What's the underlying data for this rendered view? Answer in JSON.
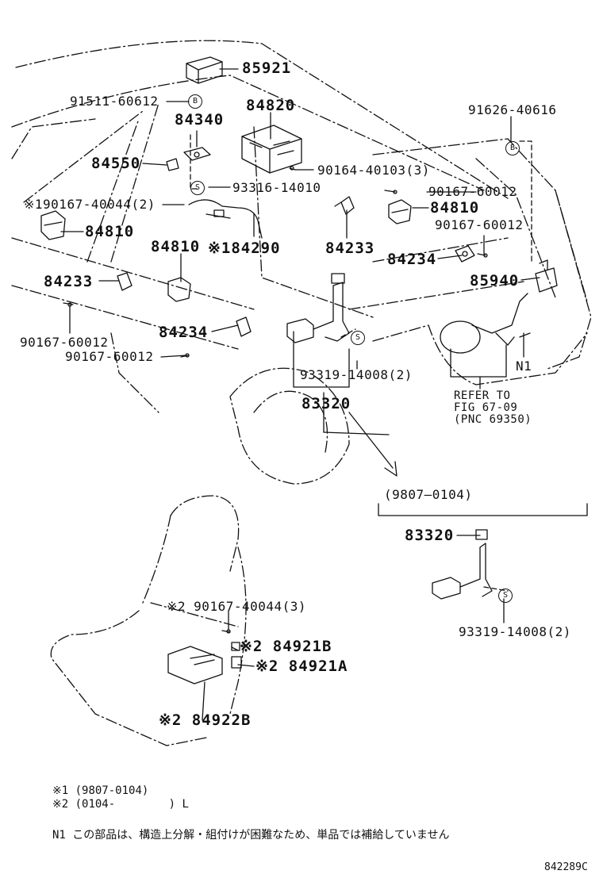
{
  "labels": {
    "p85921": "85921",
    "p91511": "91511-60612",
    "p84820": "84820",
    "p84340": "84340",
    "p84550": "84550",
    "p90164": "90164-40103(3)",
    "p93316": "93316-14010",
    "p91626": "91626-40616",
    "p90167_60012_a": "90167-60012",
    "p84810_r": "84810",
    "p90167_40044": "※190167-40044(2)",
    "p84810_l": "84810",
    "p90167_60012_b": "90167-60012",
    "p84810_m": "84810",
    "p84290": "※184290",
    "p84233_r": "84233",
    "p84234_r": "84234",
    "p84233_l": "84233",
    "p85940": "85940",
    "p84234_m": "84234",
    "p90167_60012_c": "90167-60012",
    "p90167_60012_d": "90167-60012",
    "p93319": "93319-14008(2)",
    "pN1": "N1",
    "p83320": "83320",
    "refer1": "REFER TO",
    "refer2": "FIG 67-09",
    "refer3": "(PNC 69350)",
    "range": "(9807–0104)",
    "p83320_b": "83320",
    "p93319_b": "93319-14008(2)",
    "p90167_40044_b": "※2 90167-40044(3)",
    "p84921B": "※2 84921B",
    "p84921A": "※2 84921A",
    "p84922B": "※2 84922B"
  },
  "circle_marks": {
    "b1": "B",
    "b2": "B",
    "s1": "S",
    "s2": "S",
    "s3": "S"
  },
  "notes": {
    "n1": "※1 (9807-0104)",
    "n2": "※2 (0104-        ) L",
    "n3": "N1 この部品は、構造上分解・組付けが困難なため、単品では補給していません"
  },
  "footer_code": "842289C"
}
